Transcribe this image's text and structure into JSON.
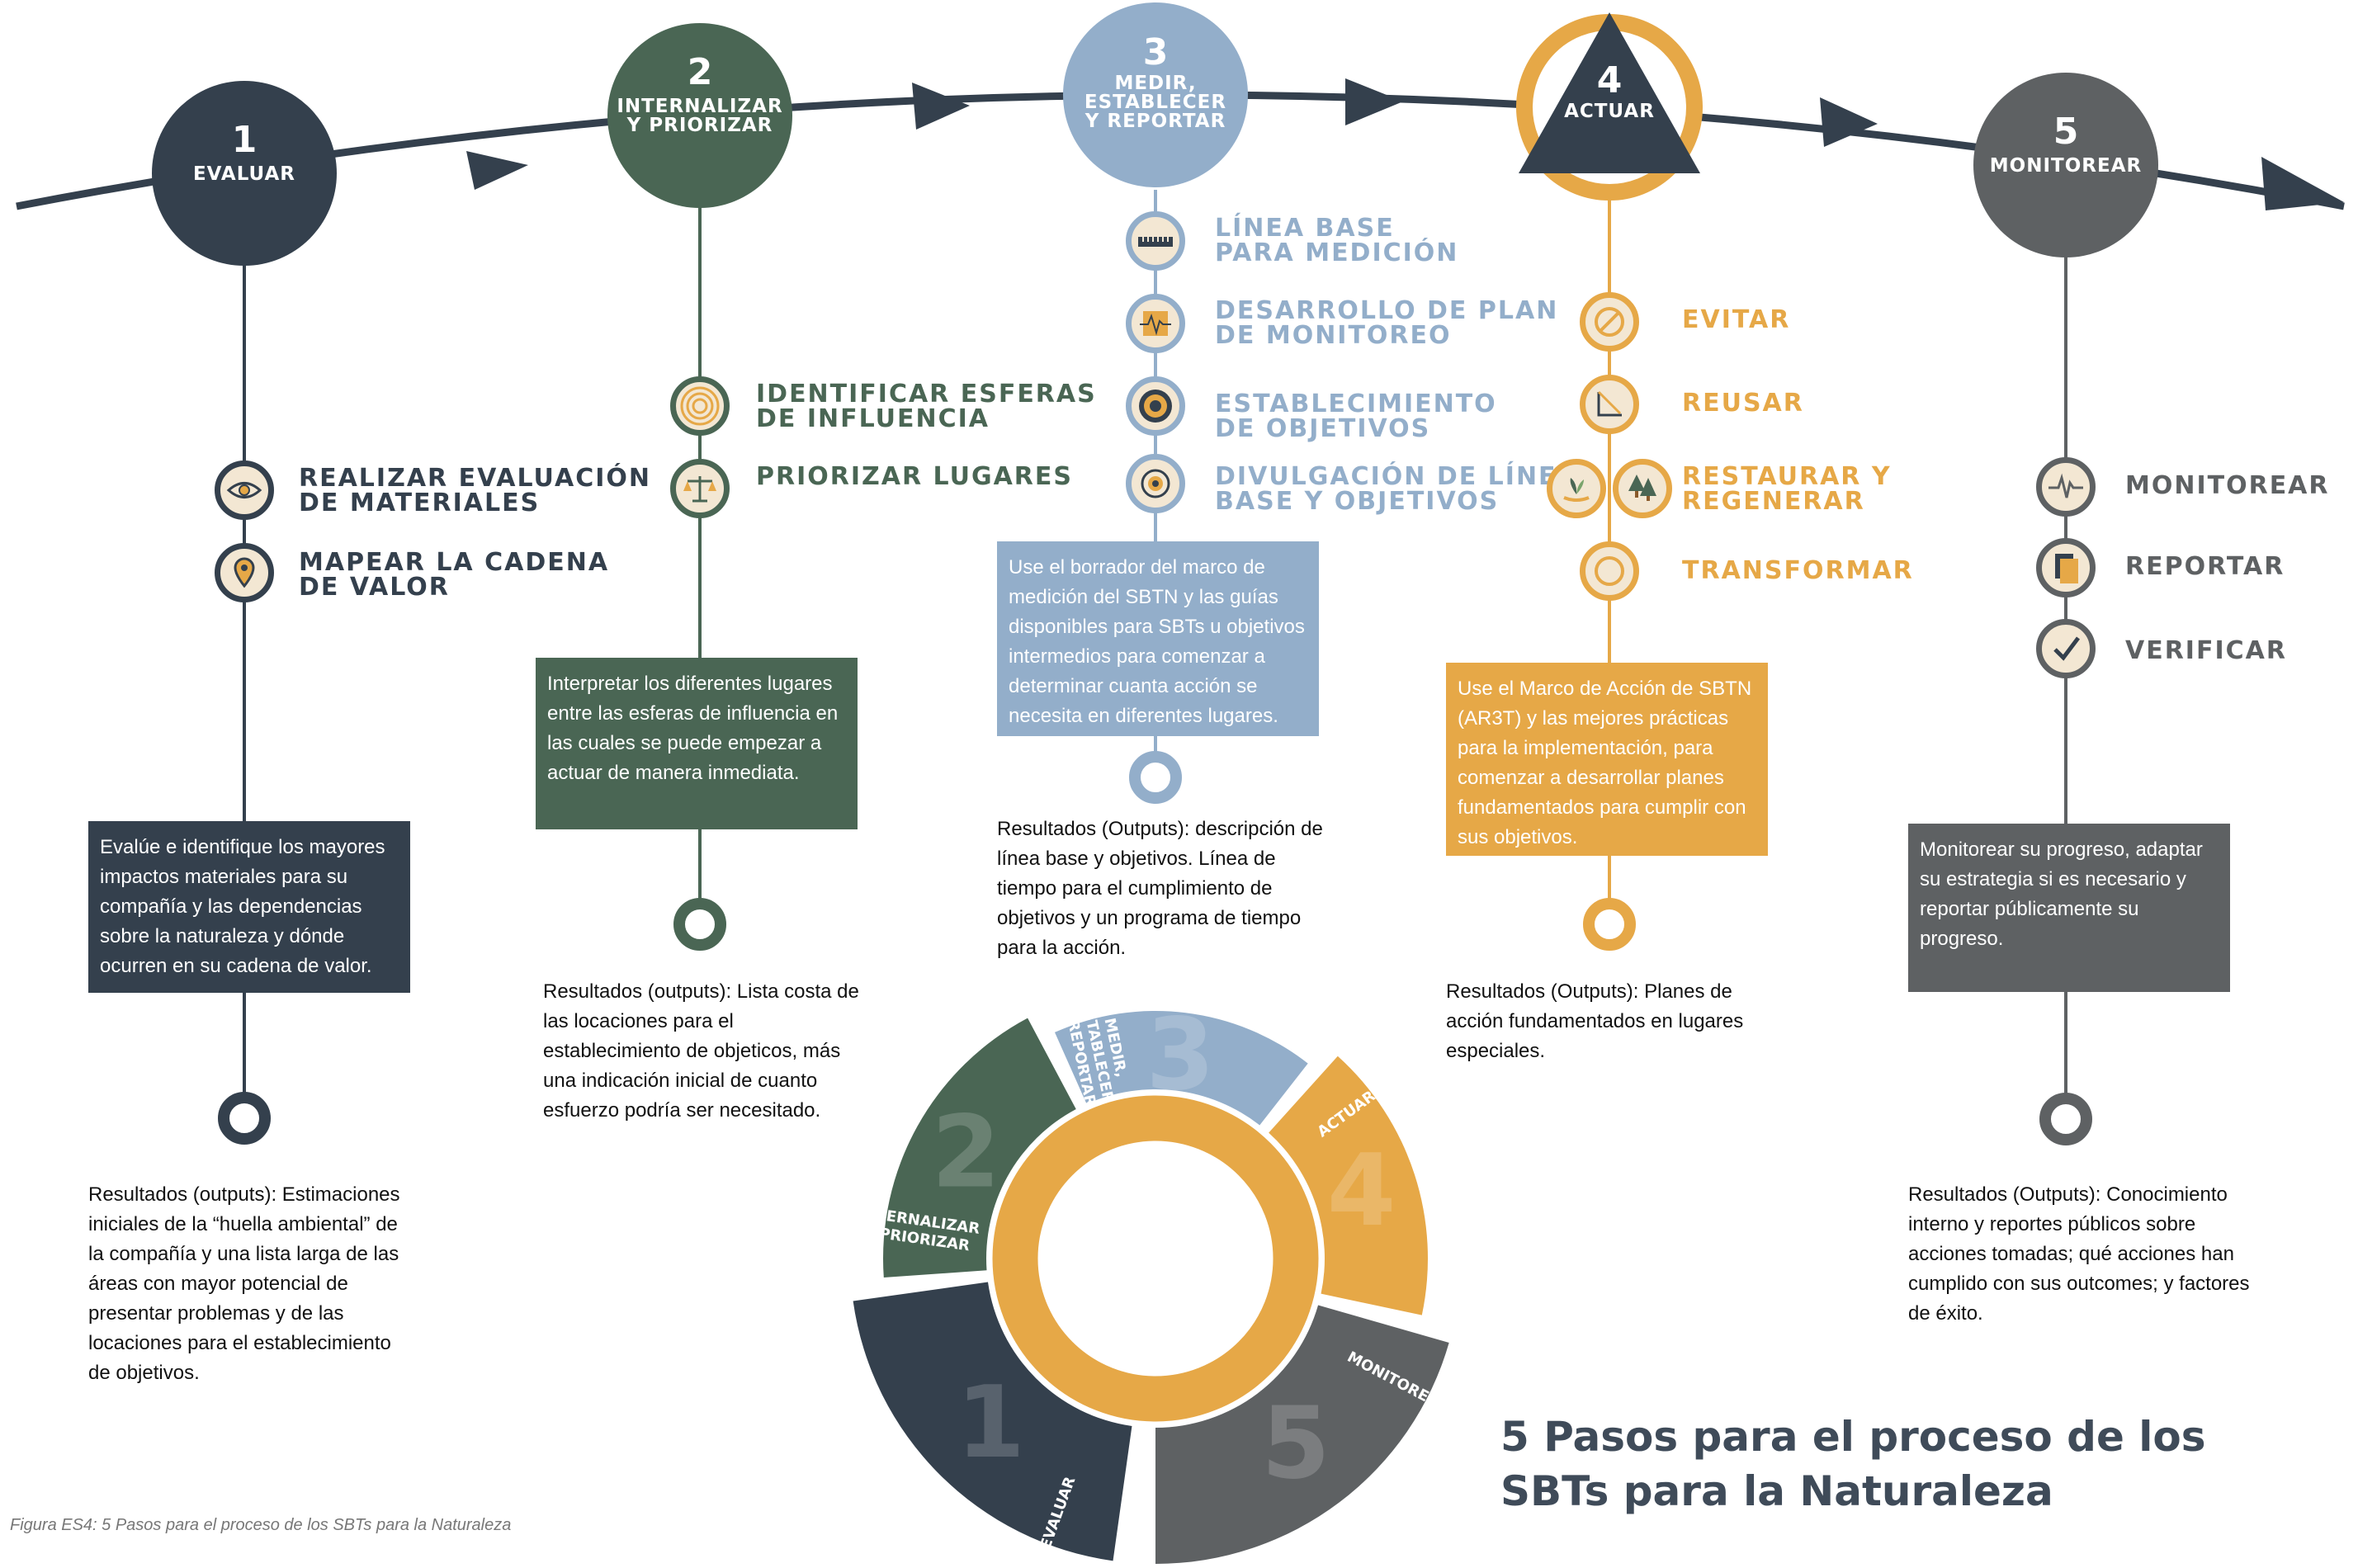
{
  "colors": {
    "step1": "#34404d",
    "step2": "#4a6654",
    "step3": "#93aeca",
    "step4": "#e6a847",
    "step5": "#5e6163",
    "iconbg": "#f3e7d3"
  },
  "steps": [
    {
      "number": "1",
      "label": "EVALUAR"
    },
    {
      "number": "2",
      "label": "INTERNALIZAR\nY PRIORIZAR"
    },
    {
      "number": "3",
      "label": "MEDIR,\nESTABLECER\nY REPORTAR"
    },
    {
      "number": "4",
      "label": "ACTUAR"
    },
    {
      "number": "5",
      "label": "MONITOREAR"
    }
  ],
  "step1": {
    "items": [
      {
        "label": "REALIZAR EVALUACIÓN\nDE MATERIALES",
        "icon": "eye-scan-icon"
      },
      {
        "label": "MAPEAR LA CADENA\nDE VALOR",
        "icon": "map-pin-icon"
      }
    ],
    "box": "Evalúe e identifique los mayores impactos materiales para su compañía y las dependencias sobre la naturaleza y dónde ocurren en su cadena de valor.",
    "outputs": "Resultados (outputs): Estimaciones iniciales de la “huella ambiental” de la compañía y una lista larga de las áreas con mayor potencial de presentar problemas y de las locaciones para el establecimiento de objetivos."
  },
  "step2": {
    "items": [
      {
        "label": "IDENTIFICAR ESFERAS\nDE INFLUENCIA",
        "icon": "concentric-circles-icon"
      },
      {
        "label": "PRIORIZAR LUGARES",
        "icon": "balance-scale-icon"
      }
    ],
    "box": "Interpretar los diferentes lugares entre las esferas de influencia en las cuales se puede empezar a actuar de manera inmediata.",
    "outputs": "Resultados (outputs): Lista costa de las locaciones para el establecimiento de objeticos, más una indicación inicial de cuanto esfuerzo podría ser necesitado."
  },
  "step3": {
    "items": [
      {
        "label": "LÍNEA BASE\nPARA MEDICIÓN",
        "icon": "ruler-icon"
      },
      {
        "label": "DESARROLLO DE PLAN\nDE MONITOREO",
        "icon": "monitor-plan-icon"
      },
      {
        "label": "ESTABLECIMIENTO\nDE OBJETIVOS",
        "icon": "target-icon"
      },
      {
        "label": "DIVULGACIÓN DE LÍNEA\nBASE Y OBJETIVOS",
        "icon": "target-disclosure-icon"
      }
    ],
    "box": "Use el borrador del marco de medición del SBTN y las guías disponibles para SBTs u objetivos intermedios para comenzar a determinar cuanta acción se necesita en diferentes lugares.",
    "outputs": "Resultados (Outputs): descripción de línea base y objetivos. Línea de tiempo para el cumplimiento de objetivos y un programa de tiempo para la acción."
  },
  "step4": {
    "items": [
      {
        "label": "EVITAR",
        "icon": "avoid-icon"
      },
      {
        "label": "REUSAR",
        "icon": "reduce-icon"
      },
      {
        "label": "RESTAURAR Y\nREGENERAR",
        "icon": "restore-icon"
      },
      {
        "label": "TRANSFORMAR",
        "icon": "transform-icon"
      }
    ],
    "box": "Use el Marco de Acción de SBTN (AR3T) y las mejores prácticas para la implementación, para comenzar a desarrollar planes fundamentados para cumplir con sus objetivos.",
    "outputs": "Resultados (Outputs): Planes de acción fundamentados en lugares especiales."
  },
  "step5": {
    "items": [
      {
        "label": "MONITOREAR",
        "icon": "heartbeat-icon"
      },
      {
        "label": "REPORTAR",
        "icon": "report-icon"
      },
      {
        "label": "VERIFICAR",
        "icon": "checkmark-icon"
      }
    ],
    "box": "Monitorear su progreso, adaptar su estrategia si es necesario y reportar públicamente su progreso.",
    "outputs": "Resultados (Outputs):  Conocimiento interno y reportes públicos sobre acciones tomadas; qué acciones han cumplido con sus outcomes; y factores de éxito."
  },
  "wheel": [
    {
      "number": "1",
      "label": "EVALUAR"
    },
    {
      "number": "2",
      "label": "INTERNALIZAR\nY PRIORIZAR"
    },
    {
      "number": "3",
      "label": "MEDIR,\nESTABLECER\nY REPORTAR"
    },
    {
      "number": "4",
      "label": "ACTUAR"
    },
    {
      "number": "5",
      "label": "MONITOREAR"
    }
  ],
  "title": "5 Pasos para el proceso de los\nSBTs para la Naturaleza",
  "caption": "Figura ES4: 5 Pasos para el proceso de los SBTs para la Naturaleza"
}
